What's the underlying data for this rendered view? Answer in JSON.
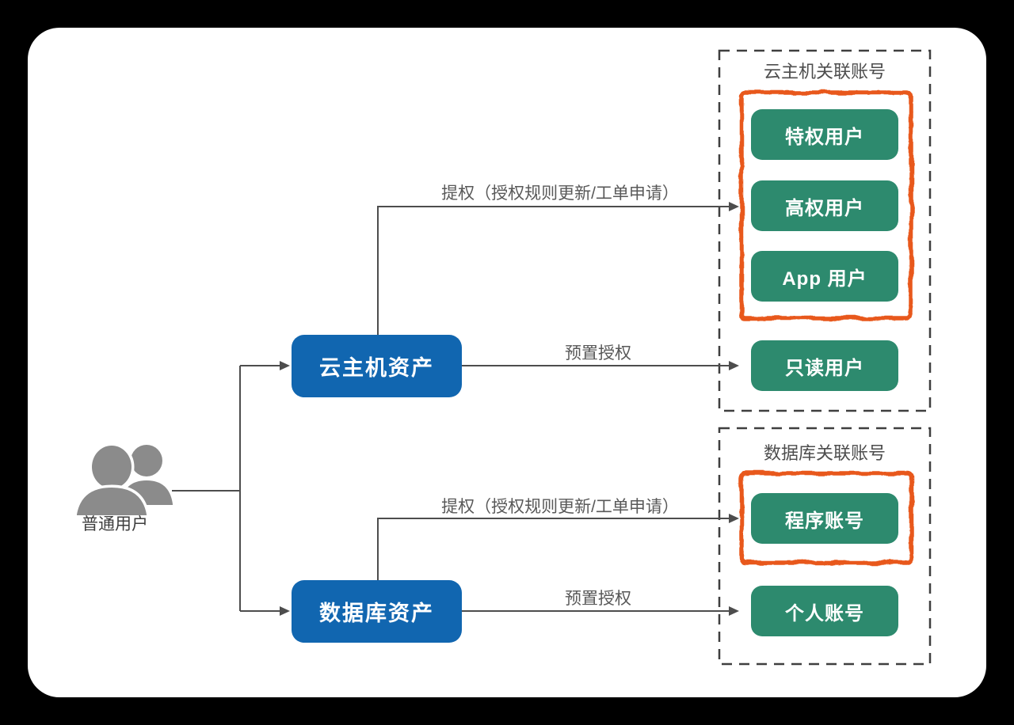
{
  "user": {
    "icon": "users-silhouette",
    "label": "普通用户"
  },
  "assets": {
    "cloud_host": "云主机资产",
    "database": "数据库资产"
  },
  "edge_labels": {
    "escalation": "提权（授权规则更新/工单申请）",
    "preset": "预置授权"
  },
  "groups": {
    "cloud_host": {
      "title": "云主机关联账号",
      "escalation_accounts": [
        "特权用户",
        "高权用户",
        "App 用户"
      ],
      "preset_accounts": [
        "只读用户"
      ]
    },
    "database": {
      "title": "数据库关联账号",
      "escalation_accounts": [
        "程序账号"
      ],
      "preset_accounts": [
        "个人账号"
      ]
    }
  },
  "colors": {
    "asset_box": "#1166b0",
    "account_box": "#2d8a6e",
    "highlight_border": "#e8581c",
    "connector": "#4d4d4d",
    "group_border": "#3f3f3f",
    "card_background": "#ffffff",
    "outer_background": "#000000"
  }
}
